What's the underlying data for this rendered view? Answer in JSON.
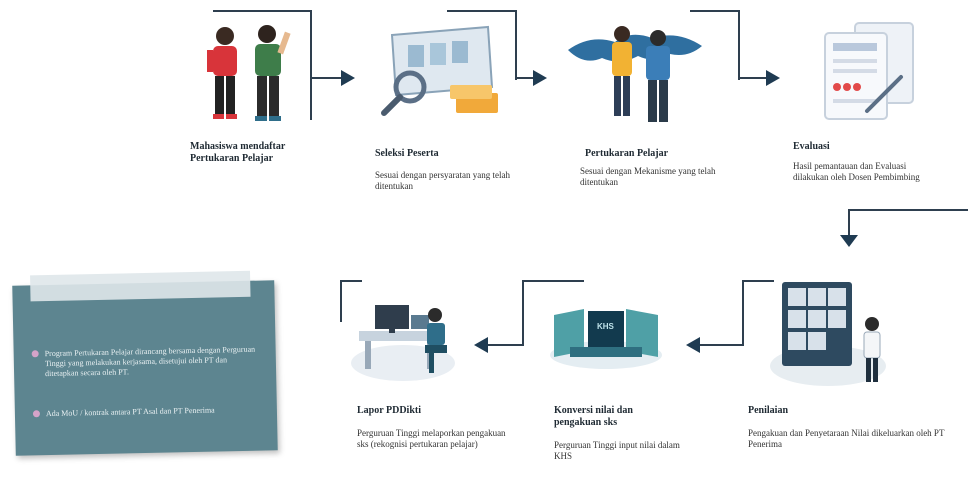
{
  "steps": {
    "s1": {
      "title": "Mahasiswa mendaftar Pertukaran Pelajar"
    },
    "s2": {
      "title": "Seleksi Peserta",
      "desc": "Sesuai dengan persyaratan yang telah ditentukan"
    },
    "s3": {
      "title": "Pertukaran Pelajar",
      "desc": "Sesuai dengan Mekanisme yang telah ditentukan"
    },
    "s4": {
      "title": "Evaluasi",
      "desc": "Hasil pemantauan dan Evaluasi dilakukan oleh Dosen Pembimbing"
    },
    "s5": {
      "title": "Penilaian",
      "desc": "Pengakuan dan Penyetaraan Nilai dikeluarkan oleh PT Penerima"
    },
    "s6": {
      "title": "Konversi nilai dan pengakuan sks",
      "desc": "Perguruan Tinggi input nilai dalam KHS",
      "screen_label": "KHS"
    },
    "s7": {
      "title": "Lapor PDDikti",
      "desc": "Perguruan Tinggi melaporkan pengakuan sks (rekognisi pertukaran pelajar)"
    }
  },
  "notes": [
    "Program Pertukaran Pelajar dirancang bersama dengan Perguruan Tinggi yang melakukan kerjasama, disetujui oleh PT dan ditetapkan secara oleh PT.",
    "Ada MoU / kontrak antara PT Asal dan PT Penerima"
  ],
  "colors": {
    "accent": "#1f3b52",
    "card": "#5d8590",
    "bullet": "#d5a3c9"
  }
}
